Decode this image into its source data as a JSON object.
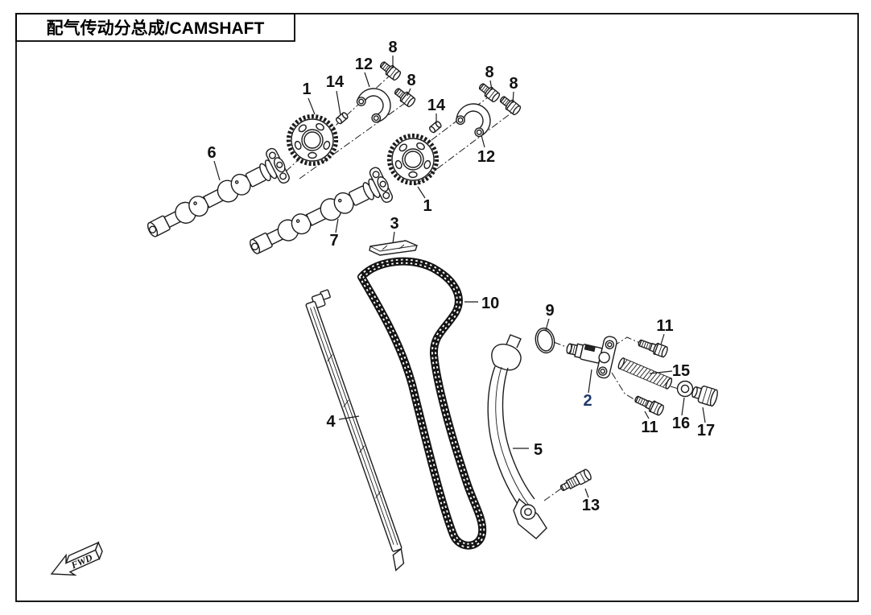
{
  "header": {
    "title": "配气传动分总成/CAMSHAFT"
  },
  "direction_marker": {
    "label": "FWD"
  },
  "colors": {
    "background": "#ffffff",
    "line": "#1c1c1c",
    "callout_link": "#1f3868"
  },
  "callouts": [
    {
      "n": "1"
    },
    {
      "n": "14"
    },
    {
      "n": "12"
    },
    {
      "n": "8"
    },
    {
      "n": "8"
    },
    {
      "n": "14"
    },
    {
      "n": "8"
    },
    {
      "n": "8"
    },
    {
      "n": "12"
    },
    {
      "n": "1"
    },
    {
      "n": "6"
    },
    {
      "n": "7"
    },
    {
      "n": "3"
    },
    {
      "n": "10"
    },
    {
      "n": "4"
    },
    {
      "n": "5"
    },
    {
      "n": "9"
    },
    {
      "n": "2"
    },
    {
      "n": "11"
    },
    {
      "n": "11"
    },
    {
      "n": "15"
    },
    {
      "n": "16"
    },
    {
      "n": "17"
    },
    {
      "n": "13"
    }
  ]
}
